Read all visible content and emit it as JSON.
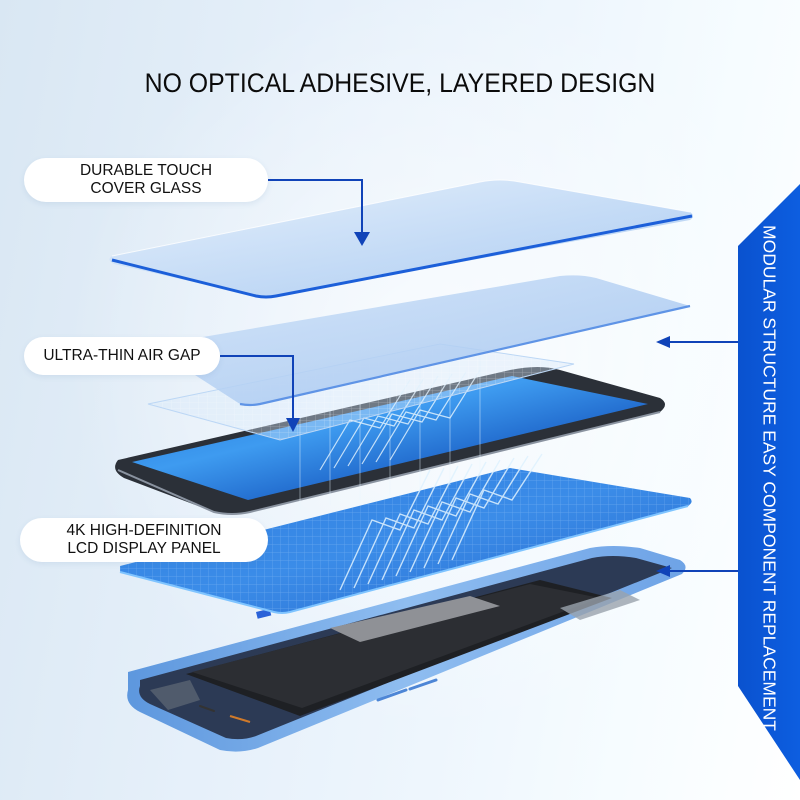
{
  "title": "NO OPTICAL ADHESIVE, LAYERED DESIGN",
  "labels": [
    {
      "id": "cover-glass",
      "lines": [
        "DURABLE TOUCH",
        "COVER GLASS"
      ]
    },
    {
      "id": "air-gap",
      "lines": [
        "ULTRA-THIN AIR GAP"
      ]
    },
    {
      "id": "lcd-panel",
      "lines": [
        "4K HIGH-DEFINITION",
        "LCD DISPLAY PANEL"
      ]
    }
  ],
  "side_banner": {
    "text": "MODULAR STRUCTURE EASY COMPONENT REPLACEMENT",
    "color": "#0a56d6"
  },
  "layers": [
    "cover-glass",
    "touch-layer",
    "touch-grid",
    "tablet-screen",
    "lcd-display-panel",
    "tablet-chassis"
  ],
  "colors": {
    "arrow": "#1043b8",
    "accent_blue": "#0a56d6",
    "chassis_blue": "#7fb0ea",
    "battery": "#2a2c30",
    "text": "#0b0b0b"
  }
}
